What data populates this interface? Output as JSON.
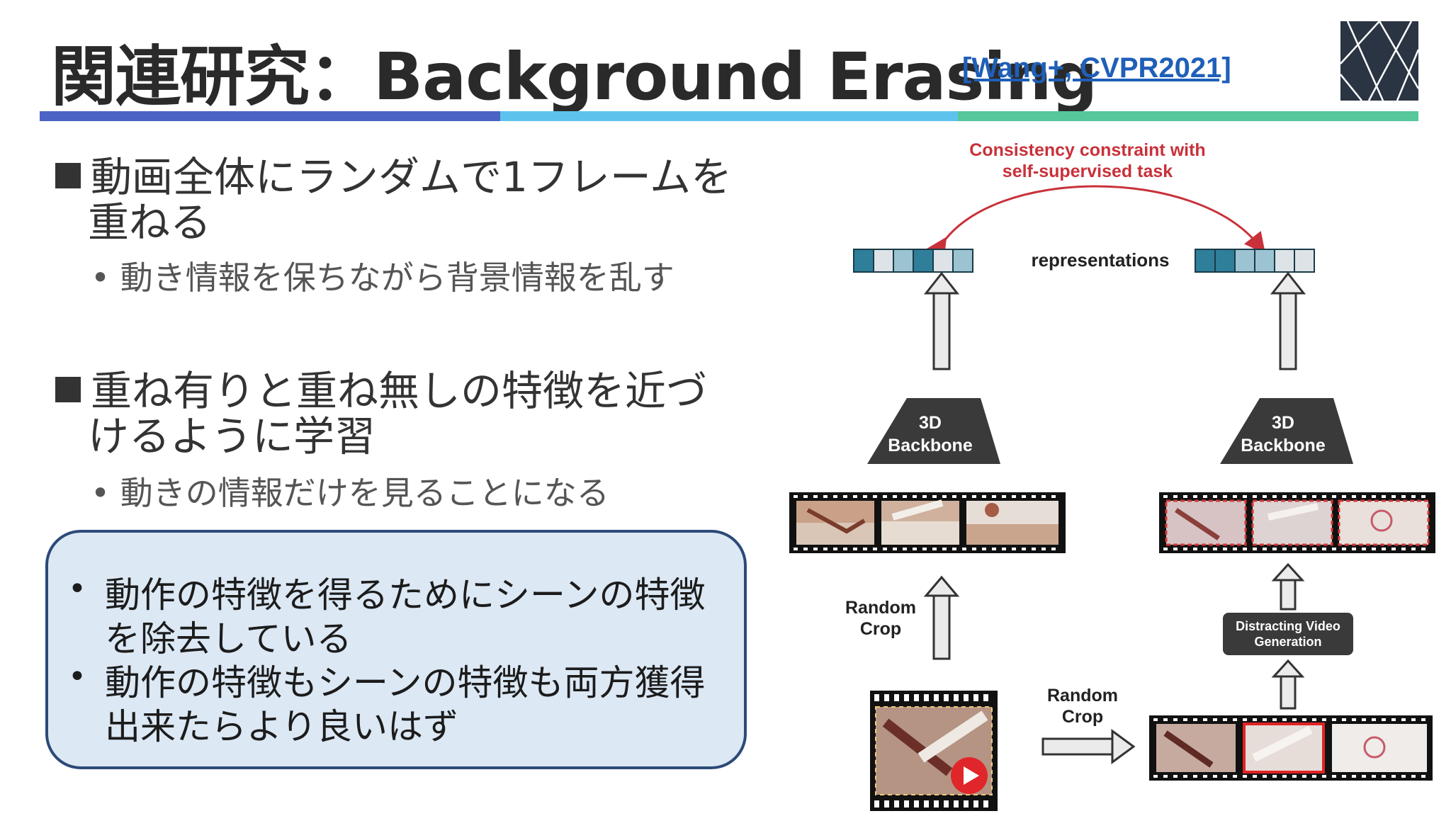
{
  "header": {
    "title": "関連研究：Background Erasing",
    "citation": "[Wang+, CVPR2021]",
    "bar_colors": [
      "#4a63c4",
      "#5ec3ec",
      "#55c79a"
    ]
  },
  "bullets": [
    {
      "line1": "動画全体にランダムで1フレームを",
      "line2": "重ねる",
      "sub": "動き情報を保ちながら背景情報を乱す"
    },
    {
      "line1": "重ね有りと重ね無しの特徴を近づ",
      "line2": "けるように学習",
      "sub": "動きの情報だけを見ることになる"
    }
  ],
  "note": {
    "items": [
      {
        "line1": "動作の特徴を得るためにシーンの特徴",
        "line2": "を除去している"
      },
      {
        "line1": "動作の特徴もシーンの特徴も両方獲得",
        "line2": "出来たらより良いはず"
      }
    ]
  },
  "diagram": {
    "consistency_line1": "Consistency constraint with",
    "consistency_line2": "self-supervised task",
    "representations": "representations",
    "backbone_line1": "3D",
    "backbone_line2": "Backbone",
    "random_crop_1": "Random",
    "random_crop_2": "Crop",
    "distract_line1": "Distracting Video",
    "distract_line2": "Generation",
    "colors": {
      "consistency_text": "#c8313a",
      "arc": "#c8313a",
      "backbone": "#3a3a3a",
      "cell_dark": "#2f7f9a",
      "cell_mid": "#9cc3d1",
      "cell_light": "#dde3e6"
    }
  },
  "left_repr_cells": [
    "dark",
    "light",
    "mid",
    "dark",
    "light",
    "mid"
  ],
  "right_repr_cells": [
    "dark",
    "dark",
    "mid",
    "mid",
    "light",
    "light"
  ]
}
